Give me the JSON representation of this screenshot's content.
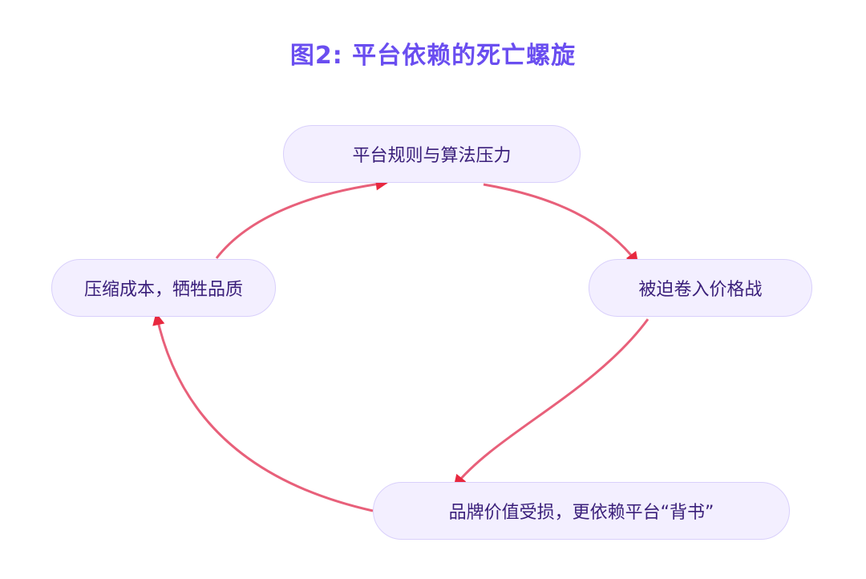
{
  "title": "图2: 平台依赖的死亡螺旋",
  "nodes": {
    "top": "平台规则与算法压力",
    "right": "被迫卷入价格战",
    "bottom": "品牌价值受损，更依赖平台“背书”",
    "left": "压缩成本，牺牲品质"
  },
  "colors": {
    "title": "#6a4ef0",
    "node_fill": "#f3efff",
    "node_border": "#d9d0fb",
    "node_text": "#3a1f7a",
    "edge": "#e8607a",
    "arrowhead": "#e8283f"
  }
}
